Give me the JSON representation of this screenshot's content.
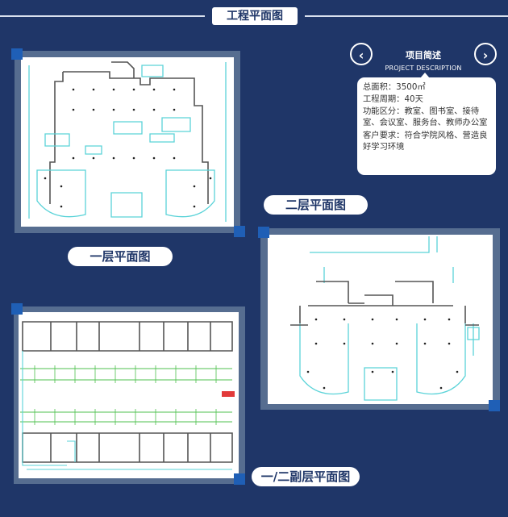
{
  "header": {
    "title": "工程平面图"
  },
  "project": {
    "title_cn": "项目简述",
    "title_en": "PROJECT DESCRIPTION",
    "prev_icon": "chevron-left-icon",
    "next_icon": "chevron-right-icon",
    "area": "总面积：3500㎡",
    "period": "工程周期：40天",
    "zones": "功能区分：教室、图书室、接待室、会议室、服务台、教师办公室",
    "requirement": "客户要求：符合学院风格、营造良好学习环境"
  },
  "plans": {
    "first_floor": "一层平面图",
    "second_floor": "二层平面图",
    "sub_floor": "一/二副层平面图"
  },
  "colors": {
    "background": "#1f3668",
    "accent": "#1f5fb6",
    "plan_line": "#5ad3d8"
  }
}
